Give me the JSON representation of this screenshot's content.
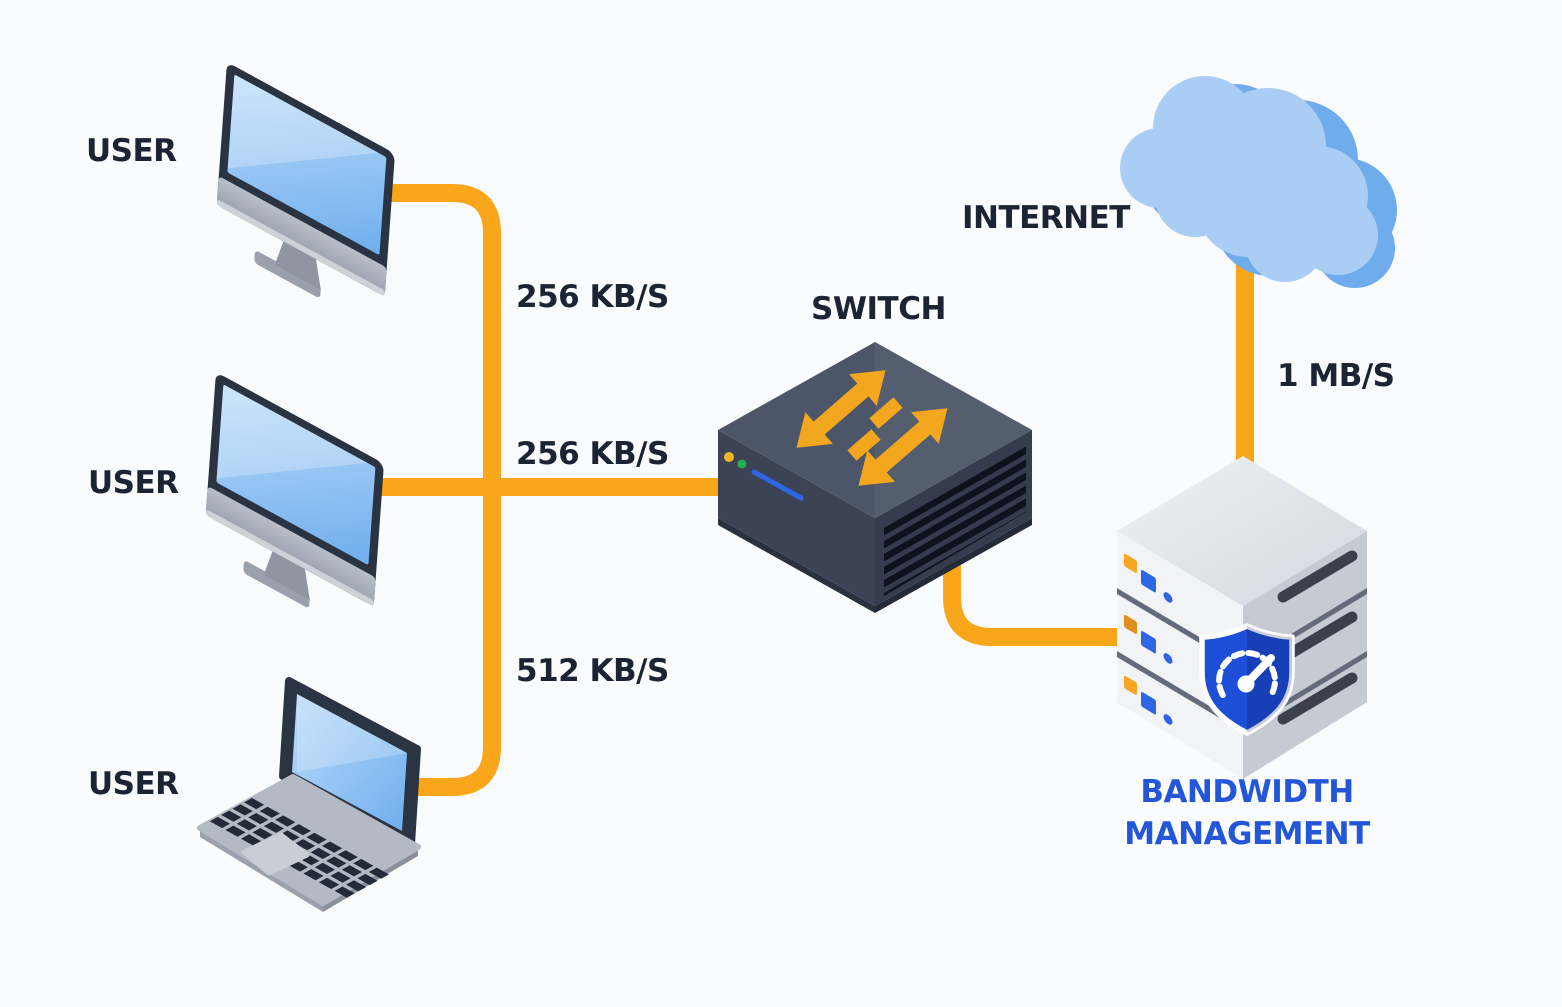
{
  "nodes": {
    "user1": {
      "label": "USER"
    },
    "user2": {
      "label": "USER"
    },
    "user3": {
      "label": "USER"
    },
    "switch": {
      "label": "SWITCH"
    },
    "internet": {
      "label": "INTERNET"
    },
    "bandwidth_management": {
      "line1": "BANDWIDTH",
      "line2": "MANAGEMENT"
    }
  },
  "links": {
    "user1_switch": {
      "bandwidth": "256 KB/S"
    },
    "user2_switch": {
      "bandwidth": "256 KB/S"
    },
    "user3_switch": {
      "bandwidth": "512 KB/S"
    },
    "internet_bwm": {
      "bandwidth": "1 MB/S"
    },
    "switch_bwm": {
      "bandwidth": ""
    }
  },
  "icons": {
    "user1": "desktop-monitor-icon",
    "user2": "desktop-monitor-icon",
    "user3": "laptop-icon",
    "switch": "network-switch-transfer-arrows-icon",
    "internet": "cloud-icon",
    "bandwidth_management": "server-stack-shield-speedometer-icon"
  },
  "colors": {
    "cable": "#F9A61B",
    "text_dark": "#1A2433",
    "text_blue": "#2457D8",
    "arrow": "#F2A71F",
    "shield_blue": "#1C4ED8",
    "switch_top": "#4C5668",
    "screen_blue": "#8FC0F3",
    "cloud_blue": "#A9CDF4"
  }
}
